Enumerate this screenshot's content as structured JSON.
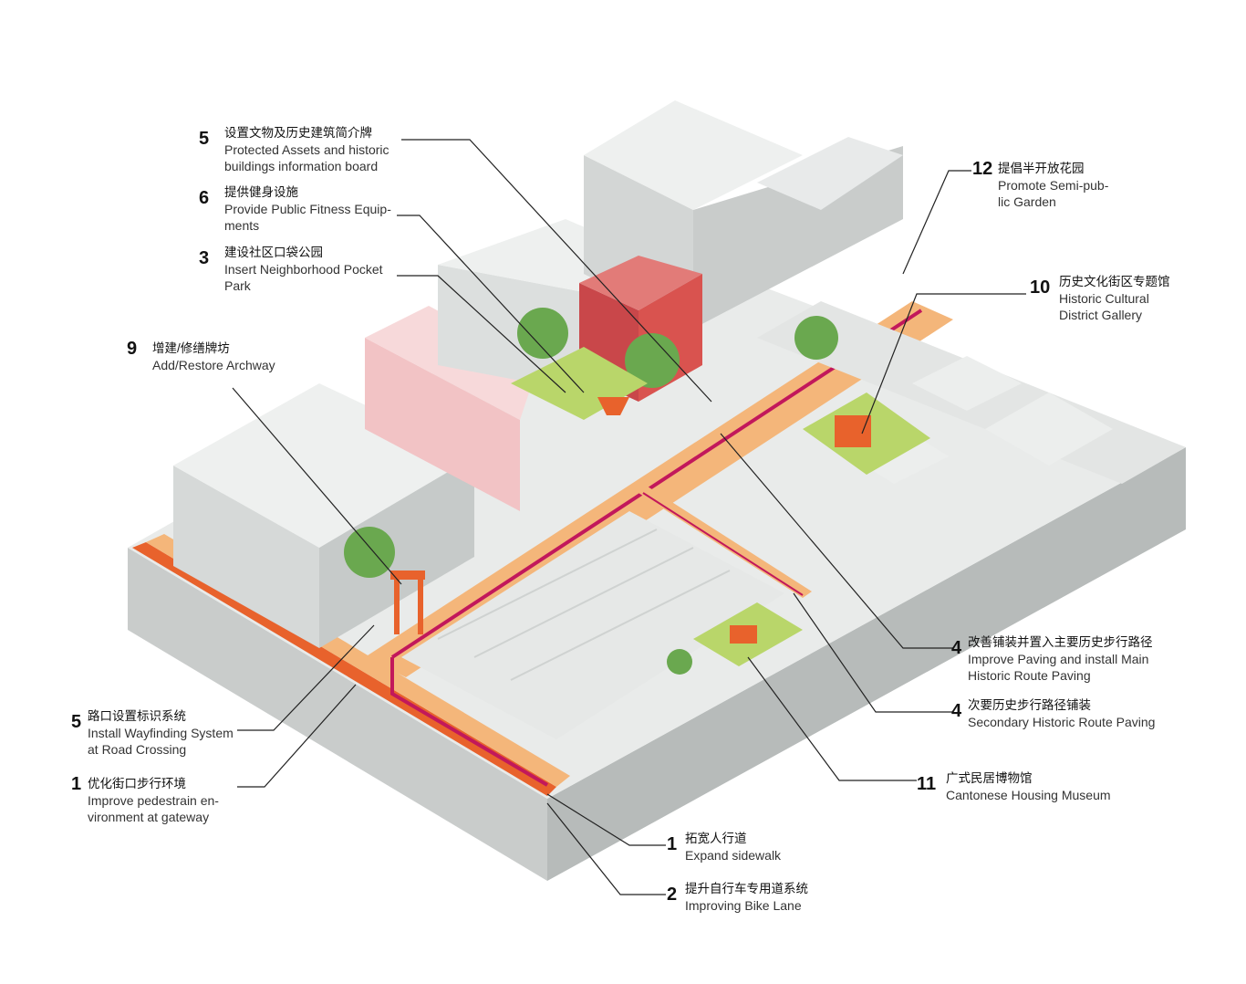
{
  "annotations": [
    {
      "id": "a5-top",
      "number": "5",
      "cn": "设置文物及历史建筑简介牌",
      "en": [
        "Protected Assets and historic",
        "buildings information board"
      ]
    },
    {
      "id": "a6",
      "number": "6",
      "cn": "提供健身设施",
      "en": [
        "Provide Public Fitness Equip-",
        "ments"
      ]
    },
    {
      "id": "a3",
      "number": "3",
      "cn": "建设社区口袋公园",
      "en": [
        "Insert Neighborhood Pocket",
        "Park"
      ]
    },
    {
      "id": "a9",
      "number": "9",
      "cn": "增建/修缮牌坊",
      "en": [
        "Add/Restore Archway"
      ]
    },
    {
      "id": "a12",
      "number": "12",
      "cn": "提倡半开放花园",
      "en": [
        "Promote Semi-pub-",
        "lic Garden"
      ]
    },
    {
      "id": "a10",
      "number": "10",
      "cn": "历史文化街区专题馆",
      "en": [
        "Historic Cultural",
        "District Gallery"
      ]
    },
    {
      "id": "a4-main",
      "number": "4",
      "cn": "改善铺装并置入主要历史步行路径",
      "en": [
        "Improve Paving and install Main",
        "Historic Route Paving"
      ]
    },
    {
      "id": "a4-sec",
      "number": "4",
      "cn": "次要历史步行路径铺装",
      "en": [
        "Secondary Historic Route Paving"
      ]
    },
    {
      "id": "a11",
      "number": "11",
      "cn": "广式民居博物馆",
      "en": [
        "Cantonese Housing Museum"
      ]
    },
    {
      "id": "a5-bottom",
      "number": "5",
      "cn": "路口设置标识系统",
      "en": [
        "Install Wayfinding System",
        "at Road Crossing"
      ]
    },
    {
      "id": "a1-left",
      "number": "1",
      "cn": "优化街口步行环境",
      "en": [
        "Improve pedestrain en-",
        "vironment at gateway"
      ]
    },
    {
      "id": "a1-bottom",
      "number": "1",
      "cn": "拓宽人行道",
      "en": [
        "Expand sidewalk"
      ]
    },
    {
      "id": "a2",
      "number": "2",
      "cn": "提升自行车专用道系统",
      "en": [
        "Improving Bike Lane"
      ]
    }
  ],
  "colors": {
    "building": "#e6e8e7",
    "building_side": "#cfd2d1",
    "building_dark": "#bdc1c0",
    "highlight_red": "#d9534f",
    "highlight_pink": "#f2c3c5",
    "sidewalk": "#f4b67a",
    "route": "#c2185b",
    "bike_lane": "#e8622c",
    "grass": "#b9d66a",
    "tree": "#6aa84f",
    "base": "#c9cccb",
    "leader": "#222222"
  }
}
